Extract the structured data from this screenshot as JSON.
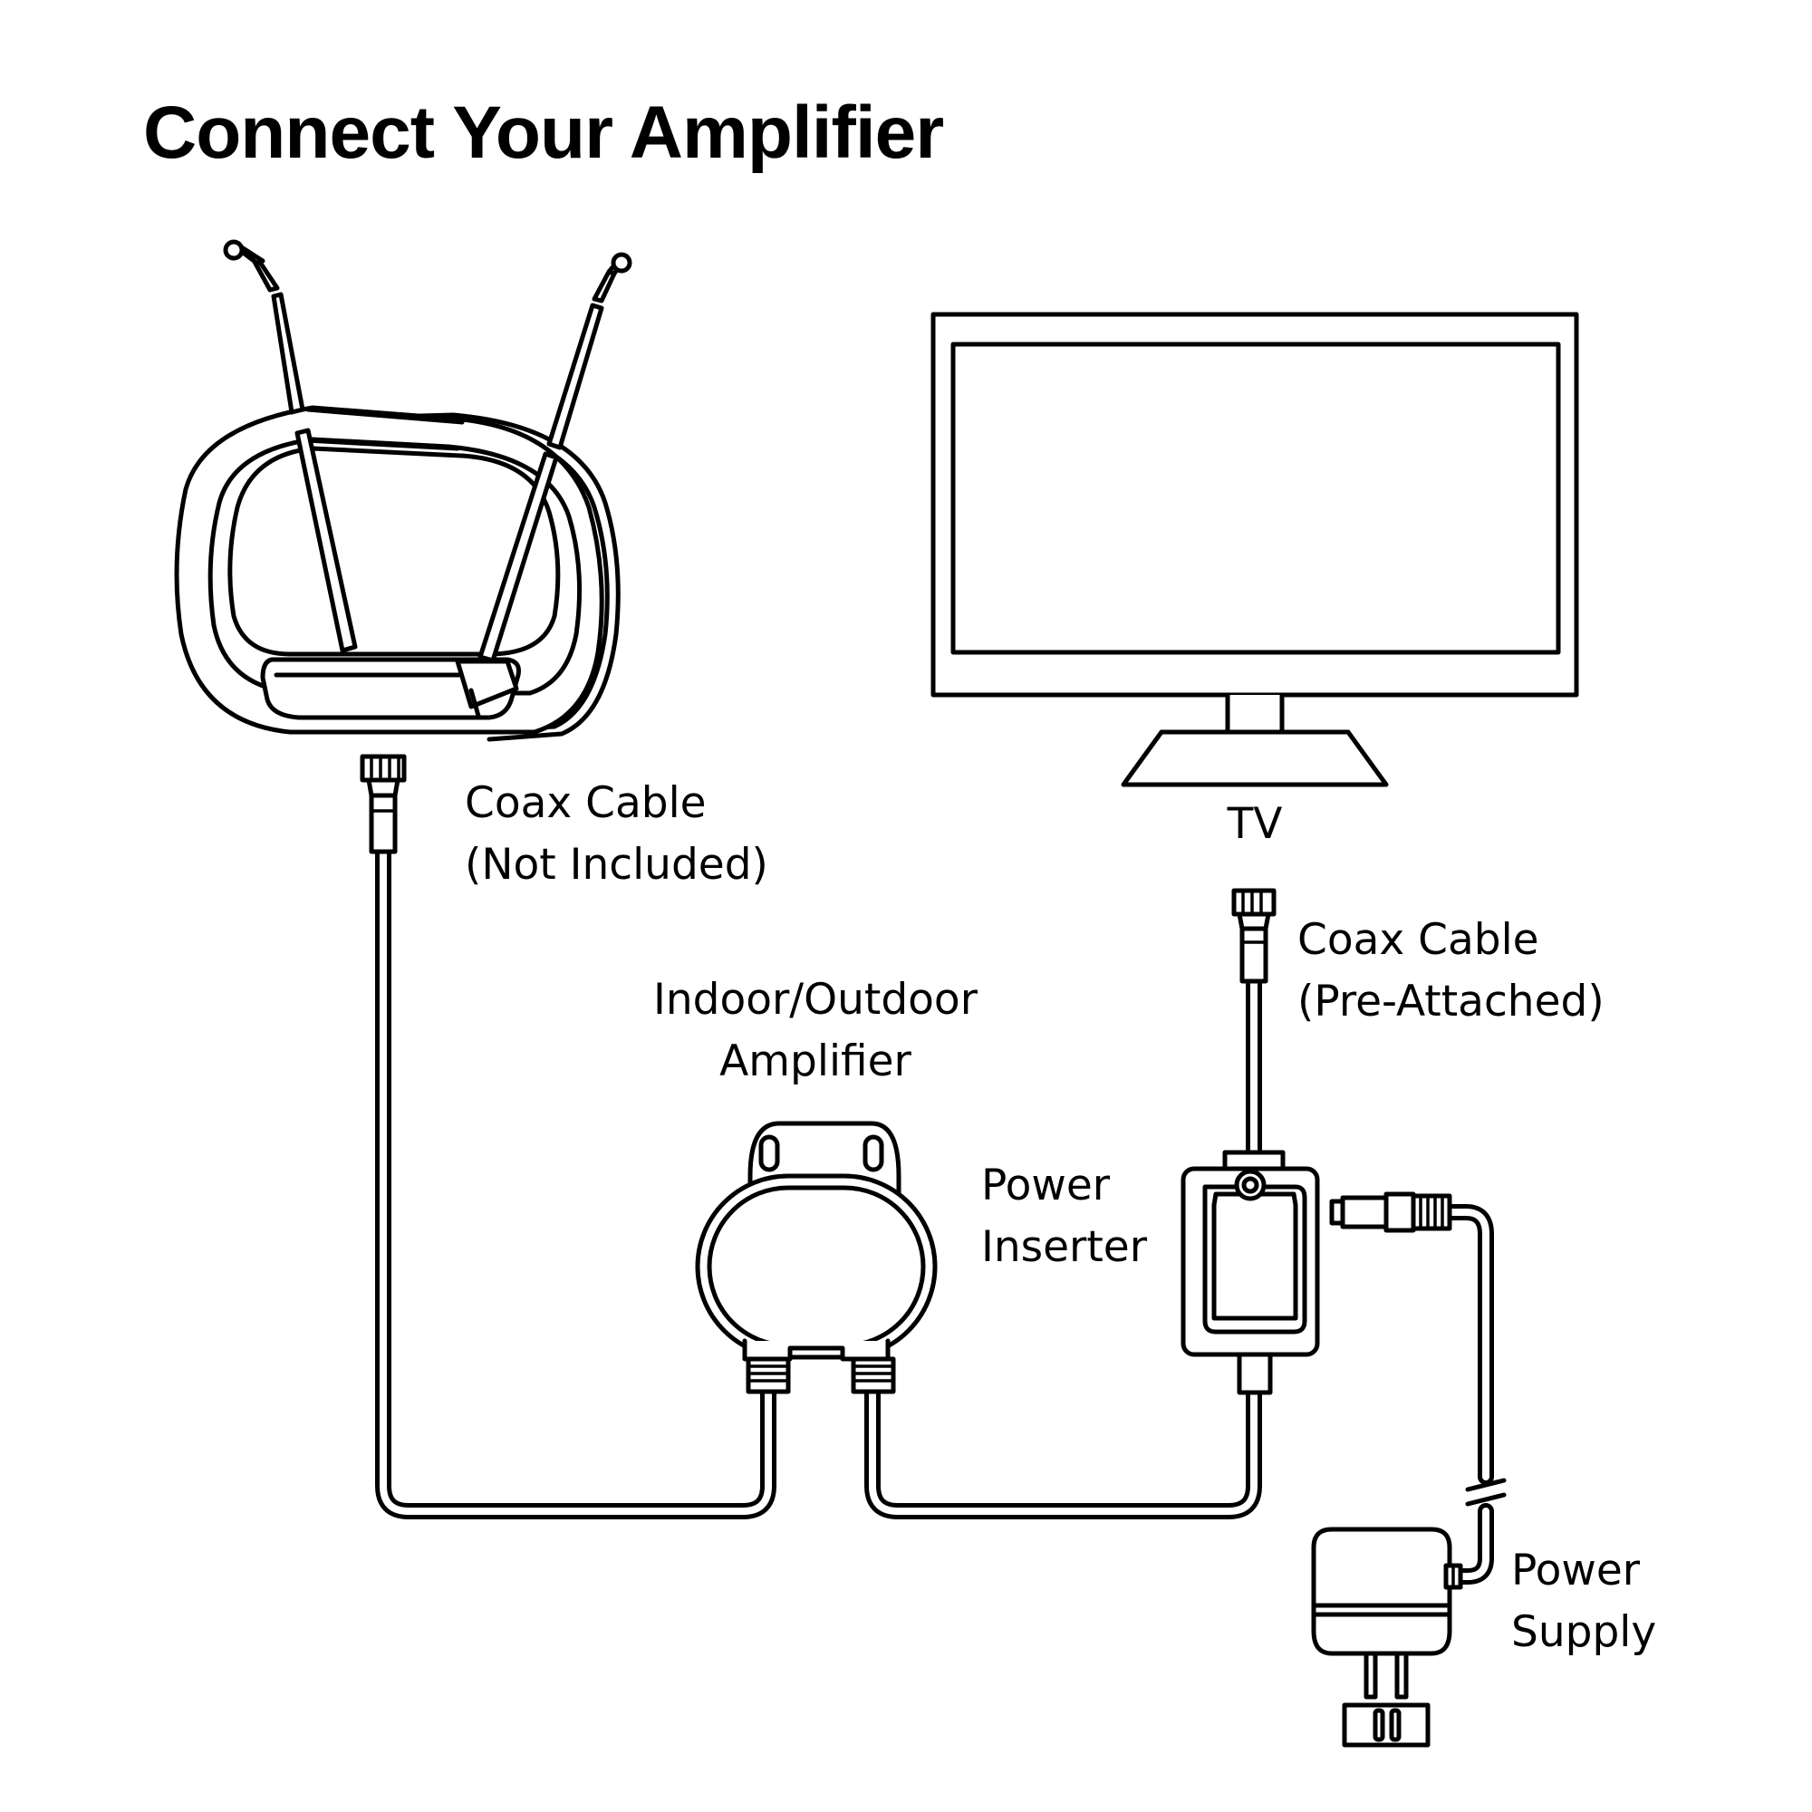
{
  "title": "Connect Your Amplifier",
  "labels": {
    "coax_antenna": [
      "Coax Cable",
      "(Not Included)"
    ],
    "tv": "TV",
    "coax_tv": [
      "Coax Cable",
      "(Pre-Attached)"
    ],
    "amplifier": [
      "Indoor/Outdoor",
      "Amplifier"
    ],
    "power_inserter": [
      "Power",
      "Inserter"
    ],
    "power_supply": [
      "Power",
      "Supply"
    ]
  },
  "colors": {
    "line": "#000000",
    "background": "#ffffff"
  }
}
